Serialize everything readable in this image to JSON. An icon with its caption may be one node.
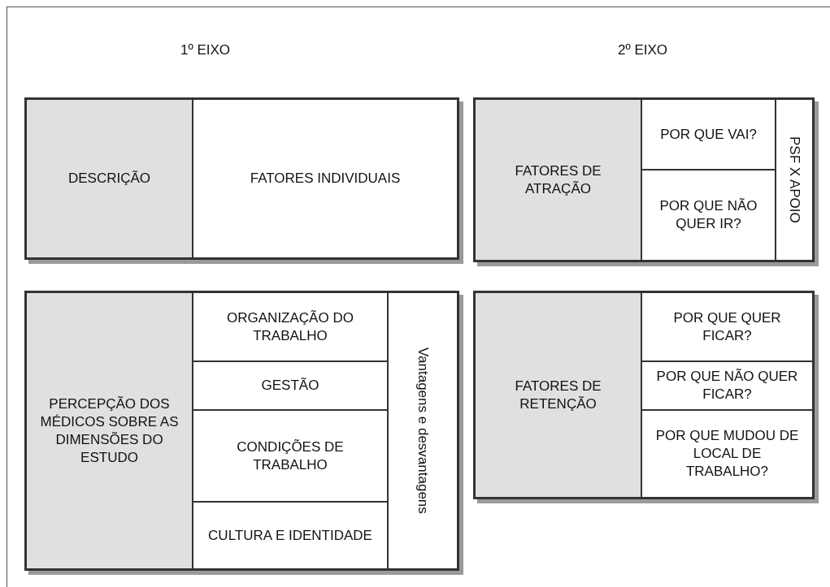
{
  "diagram": {
    "nodes": [
      {
        "text": [],
        "shape": "box"
      },
      {
        "text": [
          "DESCRIÇÃO"
        ],
        "in": 0
      },
      {
        "text": [
          "FATORES INDIVIDUAIS"
        ],
        "in": 0
      },
      {
        "text": [],
        "shape": "box"
      },
      {
        "text": [
          "FATORES DE ATRAÇÃO"
        ],
        "in": 3
      },
      {
        "text": [
          "POR QUE VAI?"
        ],
        "in": 3
      },
      {
        "text": [
          "POR QUE NÃO QUER IR?"
        ],
        "in": 3
      },
      {
        "text": [
          "PSF X APOIO"
        ],
        "in": 3
      },
      {
        "text": [],
        "shape": "box"
      },
      {
        "text": [
          "PERCEPÇÃO DOS MÉDICOS SOBRE AS DIMENSÕES DO ESTUDO"
        ],
        "in": 8
      },
      {
        "text": [
          "ORGANIZAÇÃO DO TRABALHO"
        ],
        "in": 8
      },
      {
        "text": [
          "GESTÃO"
        ],
        "in": 8
      },
      {
        "text": [
          "CONDIÇÕES DE TRABALHO"
        ],
        "in": 8
      },
      {
        "text": [
          "CULTURA E IDENTIDADE"
        ],
        "in": 8
      },
      {
        "text": [
          "Vantagens e desvantagens"
        ],
        "in": 8
      },
      {
        "text": [],
        "shape": "box"
      },
      {
        "text": [
          "FATORES DE RETENÇÃO"
        ],
        "in": 15
      },
      {
        "text": [
          "POR QUE QUER FICAR?"
        ],
        "in": 15
      },
      {
        "text": [
          "POR QUE NÃO QUER FICAR?"
        ],
        "in": 15
      },
      {
        "text": [
          "POR QUE MUDOU DE LOCAL DE TRABALHO?"
        ],
        "in": 15
      }
    ],
    "edges": [],
    "labels": [
      "1º EIXO",
      "2º EIXO"
    ]
  }
}
